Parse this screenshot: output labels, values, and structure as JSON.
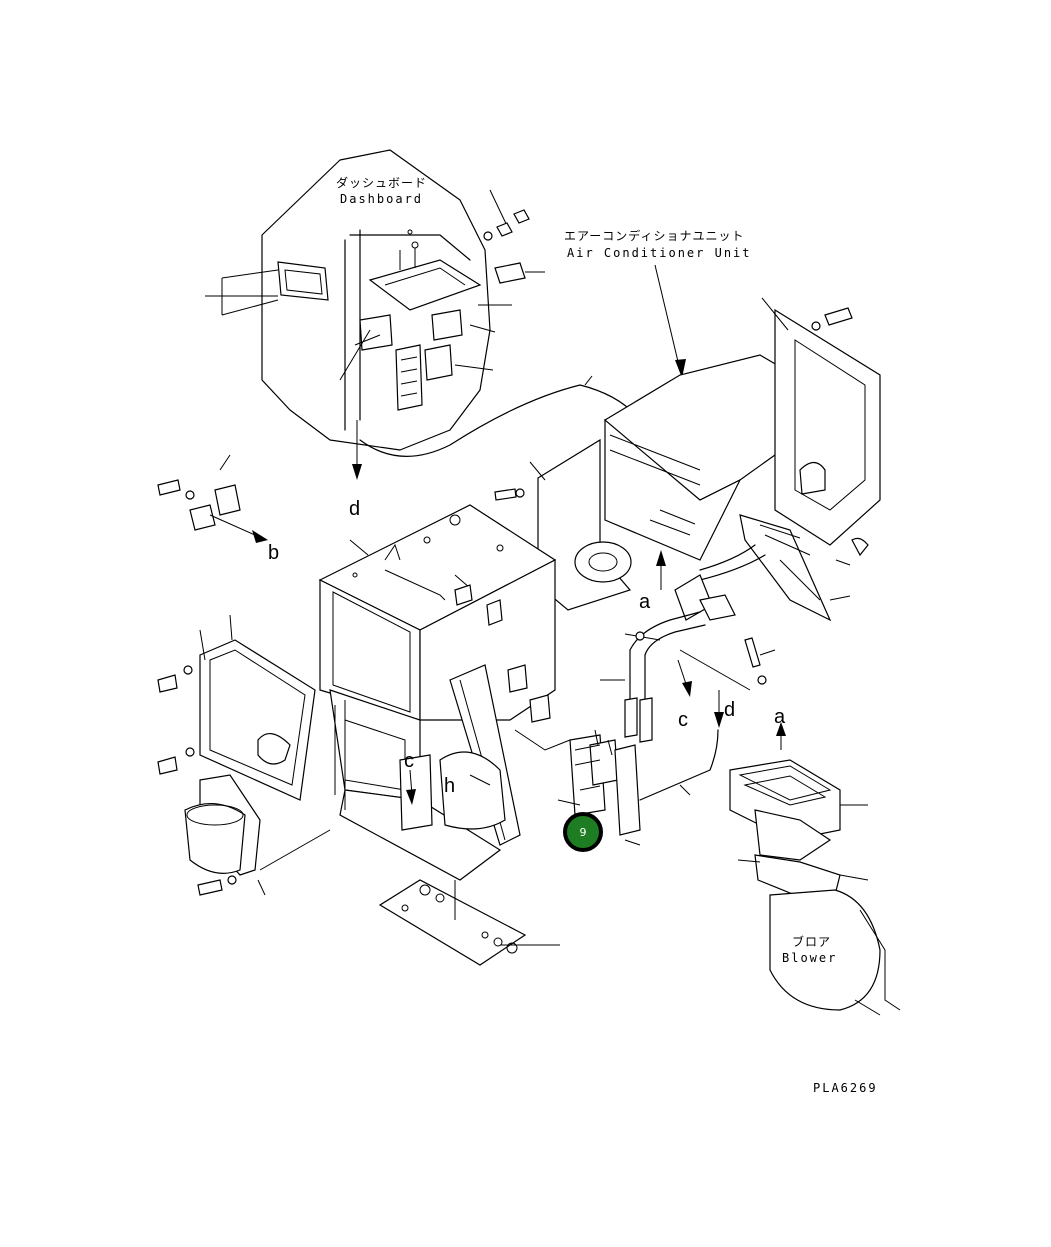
{
  "labels": {
    "dashboard_jp": "ダッシュボード",
    "dashboard_en": "Dashboard",
    "aircon_jp": "エアーコンディショナユニット",
    "aircon_en": "Air Conditioner Unit",
    "blower_jp": "ブロア",
    "blower_en": "Blower",
    "drawing_code": "PLA6269"
  },
  "callouts": {
    "a_top": "a",
    "a_right": "a",
    "b": "b",
    "c_left": "c",
    "c_right": "c",
    "d_left": "d",
    "d_right": "d",
    "h": "h"
  },
  "hotspot": {
    "label": "9",
    "color": "#1e7d22",
    "border_color": "#000000"
  }
}
